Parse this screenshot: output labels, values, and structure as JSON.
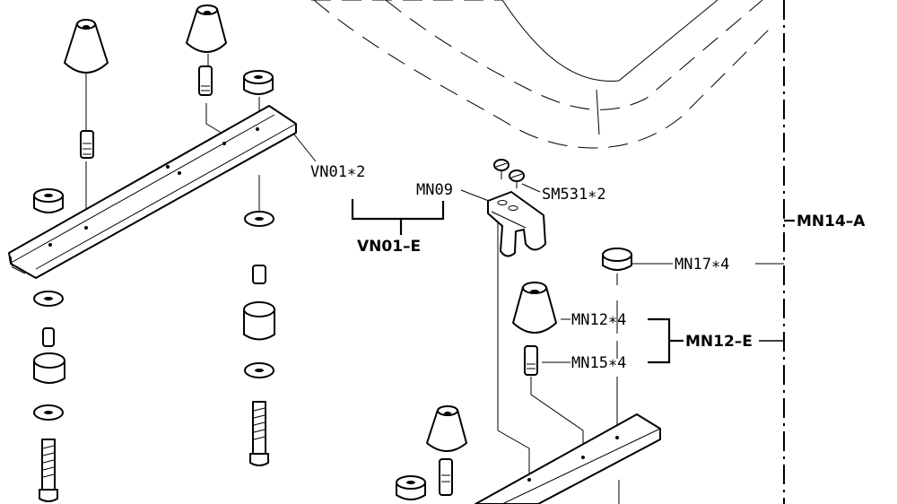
{
  "labels": {
    "vn01": "VN01∗2",
    "mn09": "MN09",
    "sm531": "SM531∗2",
    "mn17": "MN17∗4",
    "mn12": "MN12∗4",
    "mn15": "MN15∗4"
  },
  "groups": {
    "vn01_e": "VN01–E",
    "mn12_e": "MN12–E",
    "mn14_a": "MN14–A"
  }
}
